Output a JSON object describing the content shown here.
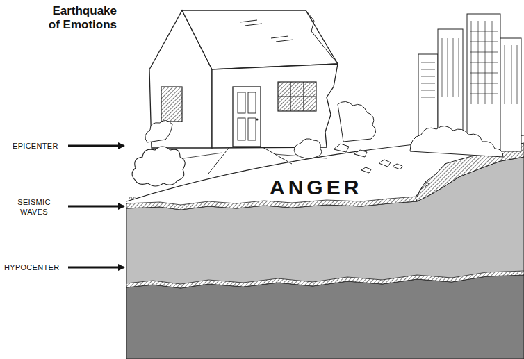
{
  "diagram": {
    "title": "Earthquake of Emotions",
    "labels": [
      "EPICENTER",
      "ANGER",
      "SEISMIC WAVES",
      "HYPOCENTER"
    ]
  }
}
